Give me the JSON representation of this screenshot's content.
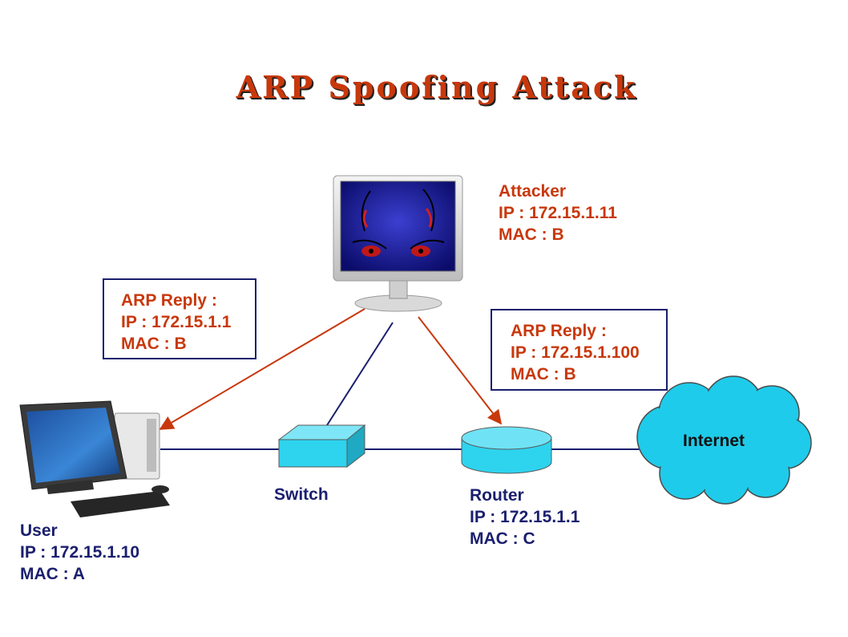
{
  "title": "ARP Spoofing Attack",
  "attacker": {
    "name": "Attacker",
    "ip": "IP : 172.15.1.11",
    "mac": "MAC : B"
  },
  "reply_left": {
    "heading": "ARP Reply :",
    "ip": "IP : 172.15.1.1",
    "mac": "MAC : B"
  },
  "reply_right": {
    "heading": "ARP Reply :",
    "ip": "IP : 172.15.1.100",
    "mac": "MAC : B"
  },
  "user": {
    "name": "User",
    "ip": "IP : 172.15.1.10",
    "mac": "MAC : A"
  },
  "switch": {
    "name": "Switch"
  },
  "router": {
    "name": "Router",
    "ip": "IP : 172.15.1.1",
    "mac": "MAC : C"
  },
  "internet": {
    "name": "Internet"
  },
  "colors": {
    "title": "#c8380c",
    "attack_arrow": "#c8380c",
    "link": "#1a1f6e",
    "device_fill": "#2ed3ee",
    "cloud_fill": "#1ecbea"
  },
  "icons": [
    "attacker-monitor-icon",
    "user-computer-icon",
    "switch-icon",
    "router-icon",
    "internet-cloud-icon"
  ]
}
